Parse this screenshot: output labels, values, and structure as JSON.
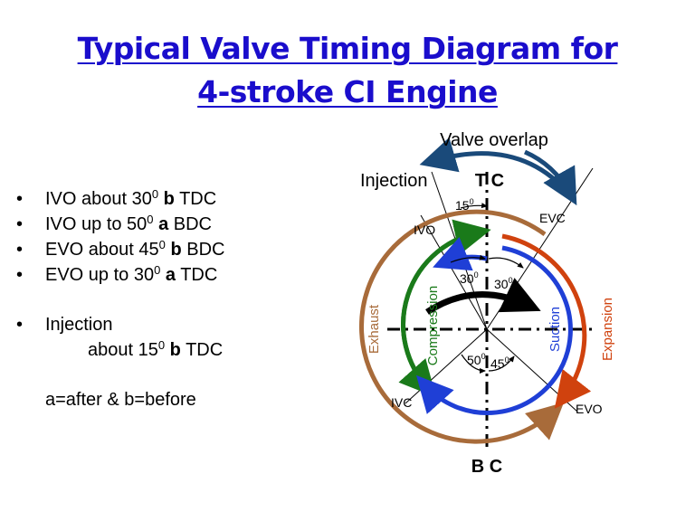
{
  "title": {
    "line1": "Typical Valve Timing Diagram for",
    "line2": "4-stroke CI Engine"
  },
  "bullets": [
    {
      "pre": "IVO  about 30",
      "sup": "0",
      "bold": "b",
      "post": " TDC"
    },
    {
      "pre": "IVO  up to 50",
      "sup": "0",
      "bold": "a",
      "post": " BDC"
    },
    {
      "pre": "EVO about 45",
      "sup": "0",
      "bold": "b",
      "post": " BDC"
    },
    {
      "pre": "EVO up to 30",
      "sup": "0",
      "bold": "a",
      "post": " TDC"
    }
  ],
  "injection_note": {
    "head": "Injection",
    "pre": "about 15",
    "sup": "0",
    "bold": "b",
    "post": " TDC"
  },
  "legend_note": "a=after & b=before",
  "diagram": {
    "valve_overlap": "Valve overlap",
    "injection": "Injection",
    "tc": "T C",
    "bc": "B C",
    "ivo": "IVO",
    "evc": "EVC",
    "ivc": "IVC",
    "evo": "EVO",
    "angle_15": "15",
    "angle_30a": "30",
    "angle_30b": "30",
    "angle_50": "50",
    "angle_45": "45",
    "deg": "0",
    "exhaust": "Exhaust",
    "compression": "Compression",
    "suction": "Suction",
    "expansion": "Expansion"
  },
  "colors": {
    "title": "#1a0dcc",
    "exhaust": "#a86b3a",
    "compression": "#1a7a1a",
    "suction": "#1f3fd6",
    "expansion": "#d0420e",
    "overlap_arrow": "#1a4a7a"
  }
}
